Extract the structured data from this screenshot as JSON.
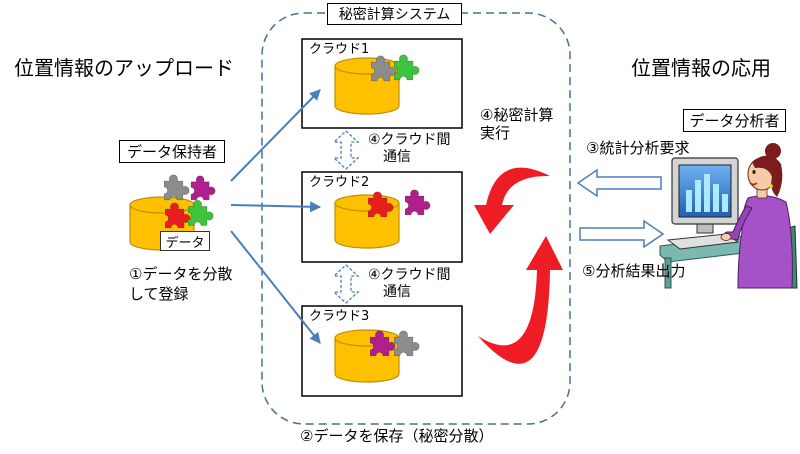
{
  "system": {
    "label": "秘密計算システム"
  },
  "headings": {
    "upload": "位置情報のアップロード",
    "application": "位置情報の応用"
  },
  "clouds": [
    {
      "label": "クラウド1"
    },
    {
      "label": "クラウド2"
    },
    {
      "label": "クラウド3"
    }
  ],
  "inter_cloud_comm": [
    {
      "lines": [
        "④クラウド間",
        "通信"
      ]
    },
    {
      "lines": [
        "④クラウド間",
        "通信"
      ]
    }
  ],
  "secure_compute": {
    "lines": [
      "④秘密計算",
      "実行"
    ]
  },
  "data_holder": {
    "label": "データ保持者",
    "data_label": "データ",
    "step": [
      "①データを分散",
      "して登録"
    ]
  },
  "storage_caption": "②データを保存（秘密分散）",
  "analyst": {
    "label": "データ分析者",
    "request": "③統計分析要求",
    "output": "⑤分析結果出力"
  },
  "icons": [
    "database-icon",
    "puzzle-piece-icon",
    "monitor-icon",
    "bar-chart-icon",
    "keyboard-icon",
    "person-icon"
  ],
  "colors": {
    "database": "#ffc000",
    "database_outline": "#bf8f00",
    "arrow_blue": "#4a7ebb",
    "container_dash": "#41719c",
    "rotation_red": "#ee1c25",
    "puzzle": {
      "gray": "#8c8c8c",
      "green": "#3cc43c",
      "red": "#e81e1e",
      "magenta": "#b0208c"
    }
  }
}
